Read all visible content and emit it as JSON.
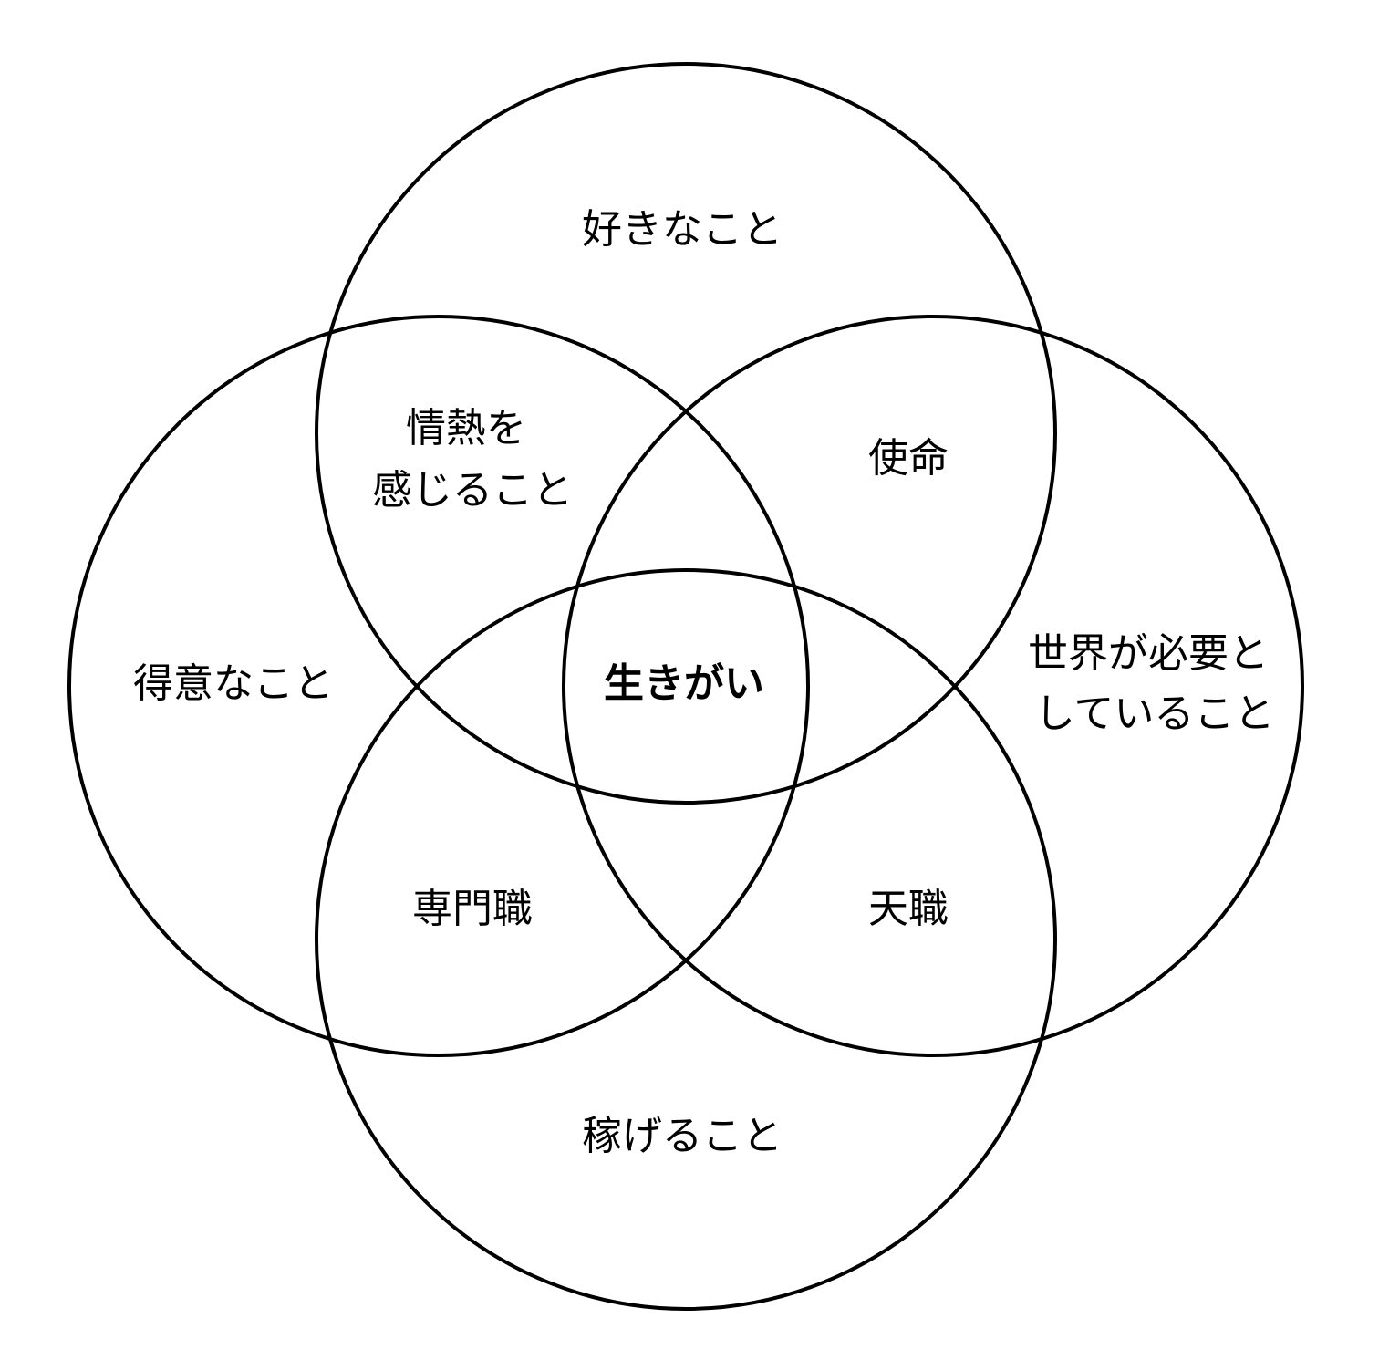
{
  "diagram": {
    "type": "venn-4",
    "line_color": "#000000",
    "background": "#ffffff",
    "sets": {
      "love": "好きなこと",
      "good_at": "得意なこと",
      "world_needs": [
        "世界が必要と",
        "していること"
      ],
      "paid_for": "稼げること"
    },
    "overlaps": {
      "passion": [
        "情熱を",
        "感じること"
      ],
      "mission": "使命",
      "profession": "専門職",
      "vocation": "天職"
    },
    "center": "生きがい"
  }
}
